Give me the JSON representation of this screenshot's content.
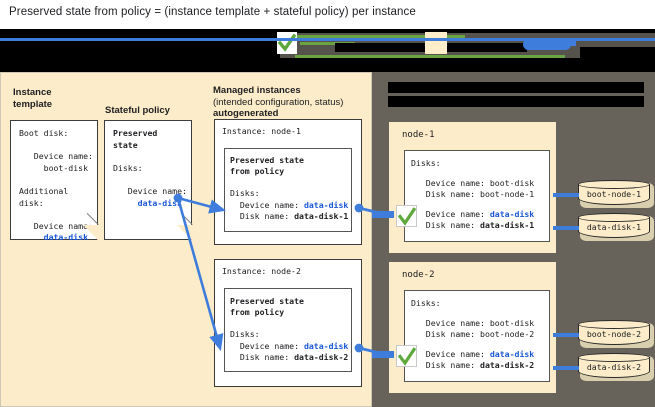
{
  "caption": "Preserved state from policy = (instance template + stateful policy) per instance",
  "colors": {
    "panel_cream": "#fdecc9",
    "panel_gray": "#67635b",
    "accent_blue": "#3f7ddd",
    "text_blue": "#1a56d6",
    "check_green": "#5fa93c",
    "redaction_black": "#000000"
  },
  "topbar": {
    "name": "redacted-banner",
    "note": "obscured content"
  },
  "columns": {
    "instance_template": {
      "title_line1": "Instance",
      "title_line2": "template"
    },
    "stateful_policy": {
      "title_line1": "Stateful policy",
      "title_line2": ""
    },
    "managed_instances": {
      "title_line1": "Managed instances",
      "title_line2": "(intended configuration, status)",
      "title_line3": "autogenerated"
    }
  },
  "instance_template_card": {
    "name": "instance-template-card",
    "lines": [
      "Boot disk:",
      "",
      "   Device name:",
      "     boot-disk",
      "",
      "Additional",
      "disk:",
      "",
      "   Device name:"
    ],
    "highlight": "     data-disk"
  },
  "stateful_policy_card": {
    "name": "stateful-policy-card",
    "heading_line1": "Preserved",
    "heading_line2": "state",
    "disks_label": "Disks:",
    "device_name_label": "   Device name:",
    "device_name_value": "     data-disk"
  },
  "managed_instances": [
    {
      "instance_label": "Instance: node-1",
      "preserved_line1": "Preserved state",
      "preserved_line2": "from policy",
      "disks_label": "Disks:",
      "device_name_label": "  Device name: ",
      "device_name_value": "data-disk",
      "disk_name_label": "  Disk name: ",
      "disk_name_value": "data-disk-1"
    },
    {
      "instance_label": "Instance: node-2",
      "preserved_line1": "Preserved state",
      "preserved_line2": "from policy",
      "disks_label": "Disks:",
      "device_name_label": "  Device name: ",
      "device_name_value": "data-disk",
      "disk_name_label": "  Disk name: ",
      "disk_name_value": "data-disk-2"
    }
  ],
  "nodes": [
    {
      "title": "node-1",
      "disks_label": "Disks:",
      "boot_device_line": "   Device name: boot-disk",
      "boot_disk_line": "   Disk name: boot-node-1",
      "data_device_label": "   Device name: ",
      "data_device_value": "data-disk",
      "data_disk_label": "   Disk name: ",
      "data_disk_value": "data-disk-1",
      "cylinders": [
        {
          "label": "boot-node-1"
        },
        {
          "label": "data-disk-1"
        }
      ]
    },
    {
      "title": "node-2",
      "disks_label": "Disks:",
      "boot_device_line": "   Device name: boot-disk",
      "boot_disk_line": "   Disk name: boot-node-2",
      "data_device_label": "   Device name: ",
      "data_device_value": "data-disk",
      "data_disk_label": "   Disk name: ",
      "data_disk_value": "data-disk-2",
      "cylinders": [
        {
          "label": "boot-node-2"
        },
        {
          "label": "data-disk-2"
        }
      ]
    }
  ]
}
